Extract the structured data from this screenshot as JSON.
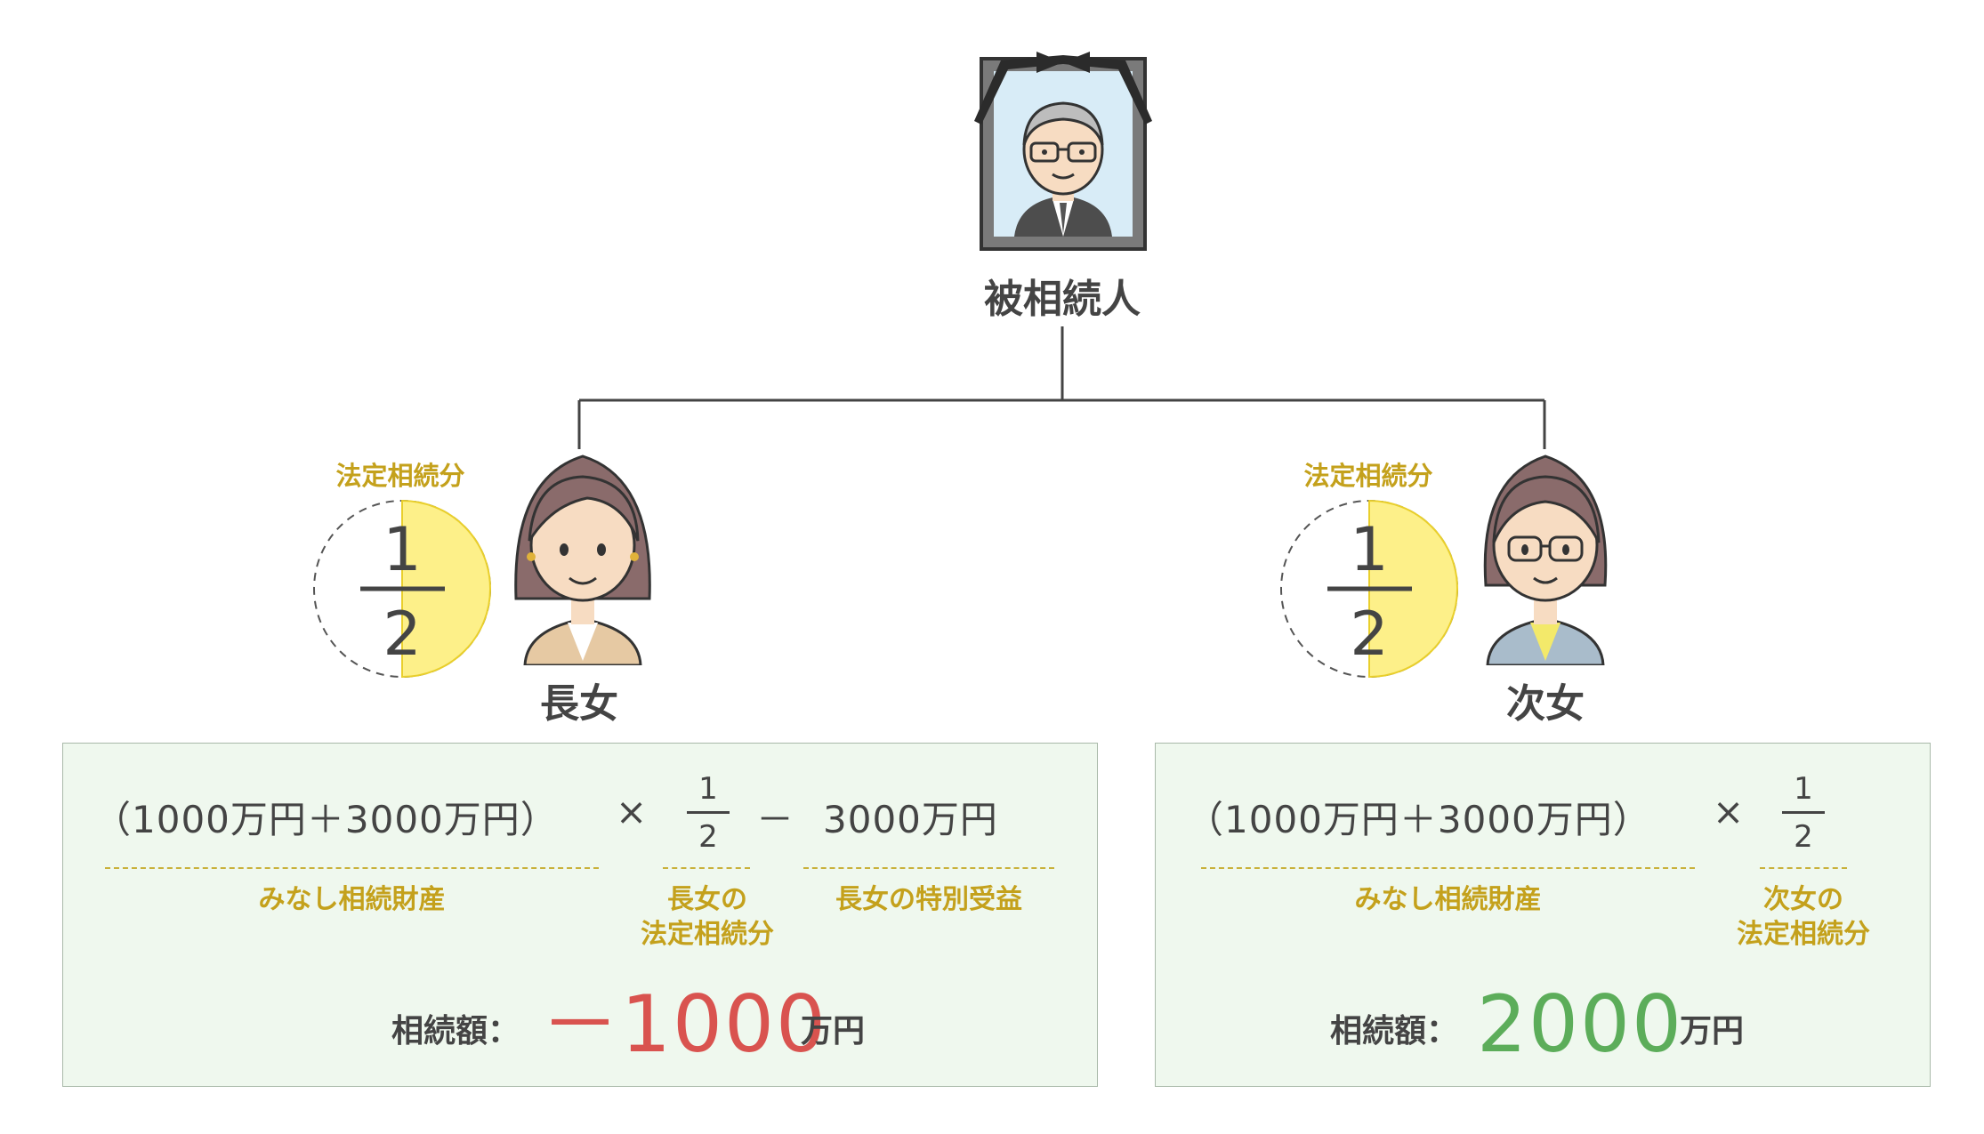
{
  "deceased": {
    "label": "被相続人"
  },
  "heirs": [
    {
      "name": "長女",
      "share_label": "法定相続分",
      "share": {
        "numerator": "1",
        "denominator": "2",
        "fraction": 0.5
      },
      "formula": {
        "main": "（1000万円＋3000万円）",
        "times": "×",
        "frac_num": "1",
        "frac_den": "2",
        "minus": "－",
        "subtract": "3000万円"
      },
      "captions": {
        "assets": "みなし相続財産",
        "share_line1": "長女の",
        "share_line2": "法定相続分",
        "special": "長女の特別受益"
      },
      "result": {
        "label": "相続額：",
        "value": "－1000",
        "unit": "万円",
        "color": "#d9534f"
      }
    },
    {
      "name": "次女",
      "share_label": "法定相続分",
      "share": {
        "numerator": "1",
        "denominator": "2",
        "fraction": 0.5
      },
      "formula": {
        "main": "（1000万円＋3000万円）",
        "times": "×",
        "frac_num": "1",
        "frac_den": "2"
      },
      "captions": {
        "assets": "みなし相続財産",
        "share_line1": "次女の",
        "share_line2": "法定相続分"
      },
      "result": {
        "label": "相続額：",
        "value": "2000",
        "unit": "万円",
        "color": "#5cad5a"
      }
    }
  ],
  "colors": {
    "accent": "#c4a11c",
    "pie_fill": "#fdf089",
    "pie_stroke": "#e9cf2c",
    "box_bg": "#eff8ee"
  }
}
